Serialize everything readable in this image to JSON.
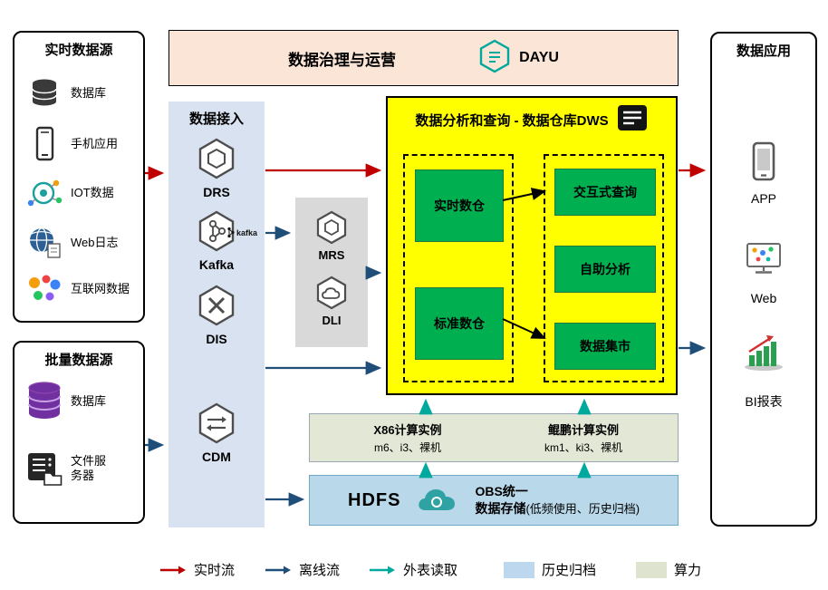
{
  "colors": {
    "realtime_flow": "#c00000",
    "offline_flow": "#1f4e79",
    "external_read": "#00a99d",
    "archive_fill": "#bdd7ee",
    "compute_fill": "#dde3cf",
    "dws_background": "#ffff00",
    "warehouse_green": "#00b050",
    "governance_background": "#fbe5d6",
    "ingestion_background": "#d9e2f1"
  },
  "realtime_sources": {
    "title": "实时数据源",
    "items": [
      {
        "label": "数据库"
      },
      {
        "label": "手机应用"
      },
      {
        "label": "IOT数据"
      },
      {
        "label": "Web日志"
      },
      {
        "label": "互联网数据"
      }
    ]
  },
  "batch_sources": {
    "title": "批量数据源",
    "items": [
      {
        "label": "数据库"
      },
      {
        "label": "文件服务器"
      }
    ]
  },
  "governance": {
    "title": "数据治理与运营",
    "product": "DAYU"
  },
  "ingestion": {
    "title": "数据接入",
    "services": [
      {
        "label": "DRS"
      },
      {
        "label": "Kafka",
        "logo_text": "kafka"
      },
      {
        "label": "DIS"
      },
      {
        "label": "CDM"
      }
    ]
  },
  "processing": {
    "services": [
      {
        "label": "MRS"
      },
      {
        "label": "DLI"
      }
    ]
  },
  "dws": {
    "title": "数据分析和查询 - 数据仓库DWS",
    "warehouses": [
      {
        "label": "实时数仓"
      },
      {
        "label": "标准数仓"
      }
    ],
    "services": [
      {
        "label": "交互式查询"
      },
      {
        "label": "自助分析"
      },
      {
        "label": "数据集市"
      }
    ]
  },
  "compute": {
    "x86_title": "X86计算实例",
    "x86_instances": "m6、i3、裸机",
    "kunpeng_title": "鲲鹏计算实例",
    "kunpeng_instances": "km1、ki3、裸机"
  },
  "storage": {
    "hdfs_label": "HDFS",
    "obs_line1": "OBS统一",
    "obs_line2": "数据存储",
    "obs_note": "(低频使用、历史归档)"
  },
  "applications": {
    "title": "数据应用",
    "items": [
      {
        "label": "APP"
      },
      {
        "label": "Web"
      },
      {
        "label": "BI报表"
      }
    ]
  },
  "legend": {
    "items": [
      {
        "label": "实时流"
      },
      {
        "label": "离线流"
      },
      {
        "label": "外表读取"
      },
      {
        "label": "历史归档"
      },
      {
        "label": "算力"
      }
    ]
  }
}
